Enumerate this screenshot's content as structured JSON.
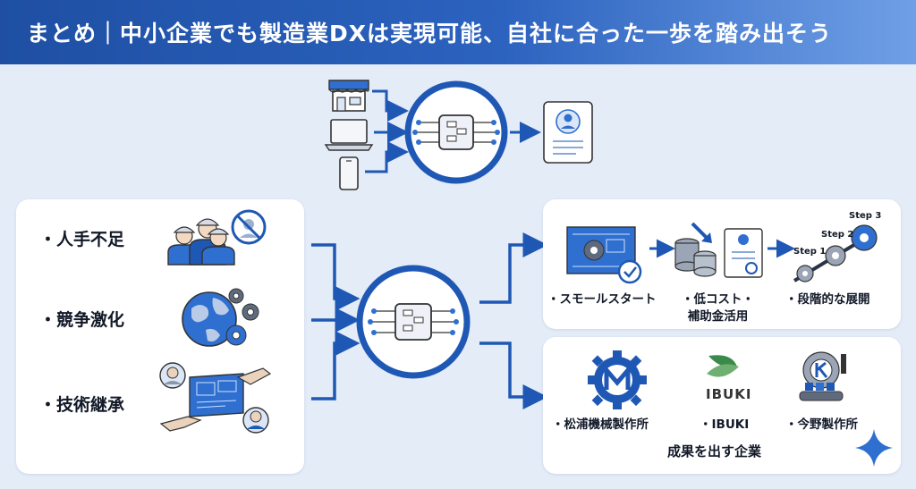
{
  "header": {
    "title": "まとめ｜中小企業でも製造業DXは実現可能、自社に合った一歩を踏み出そう"
  },
  "challenges": [
    {
      "label": "・人手不足",
      "icon": "workers-no-entry-icon"
    },
    {
      "label": "・競争激化",
      "icon": "globe-gears-icon"
    },
    {
      "label": "・技術継承",
      "icon": "blueprint-handover-icon"
    }
  ],
  "approach": {
    "steps": [
      {
        "label": "・スモールスタート"
      },
      {
        "label": "・低コスト・\n補助金活用"
      },
      {
        "label": "・段階的な展開"
      }
    ],
    "step_markers": [
      "Step 1",
      "Step 2",
      "Step 3"
    ]
  },
  "companies": {
    "items": [
      {
        "label": "・松浦機械製作所"
      },
      {
        "label": "・IBUKI"
      },
      {
        "label": "・今野製作所"
      }
    ],
    "ibuki_logo_text": "IBUKI",
    "caption": "成果を出す企業"
  },
  "colors": {
    "header_start": "#1e4fa3",
    "header_end": "#6f9fe6",
    "accent_blue": "#1f58b4",
    "background": "#e4ecf8"
  }
}
